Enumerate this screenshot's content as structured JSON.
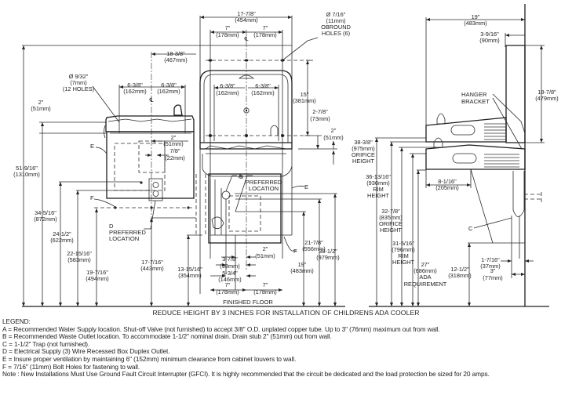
{
  "title_note": "REDUCE HEIGHT BY 3 INCHES FOR INSTALLATION OF CHILDRENS ADA COOLER",
  "front_view": {
    "overall_width": [
      "17-7/8\"",
      "(454mm)"
    ],
    "hole_spacing_left": [
      "7\"",
      "(178mm)"
    ],
    "hole_spacing_right": [
      "7\"",
      "(178mm)"
    ],
    "obround_holes": [
      "Ø 7/16\"",
      "(11mm)",
      "OBROUND",
      "HOLES (6)"
    ],
    "hole_spacing_15": [
      "15\"",
      "(381mm)"
    ],
    "dim_2_7_8": [
      "2-7/8\"",
      "(73mm)"
    ],
    "dim_2_right": [
      "2\"",
      "(51mm)"
    ],
    "inner_left": [
      "6-3/8\"",
      "(162mm)"
    ],
    "inner_right": [
      "6-3/8\"",
      "(162mm)"
    ],
    "dim_38_1_2": [
      "38-1/2\"",
      "(979mm)"
    ],
    "dim_21_7_8": [
      "21-7/8\"",
      "(556mm)"
    ],
    "dim_19": [
      "19\"",
      "(483mm)"
    ],
    "dim_2_bottom": [
      "2\"",
      "(51mm)"
    ],
    "dim_3_7_8": [
      "3-7/8\"",
      "(98mm)"
    ],
    "dim_5_3_4": [
      "5-3/4\"",
      "(146mm)"
    ],
    "bottom_left_7": [
      "7\"",
      "(178mm)"
    ],
    "bottom_right_7": [
      "7\"",
      "(178mm)"
    ],
    "finished_floor": "FINISHED FLOOR",
    "label_a": [
      "A",
      "PREFERRED",
      "LOCATION"
    ],
    "label_b": "B",
    "label_e": "E",
    "label_f": "F",
    "centerline": "℄"
  },
  "left_view": {
    "dim_18_3_8": [
      "18-3/8\"",
      "(467mm)"
    ],
    "bolt_holes": [
      "Ø 9/32\"",
      "(7mm)",
      "(12 HOLES)"
    ],
    "dim_6_3_8_left": [
      "6-3/8\"",
      "(162mm)"
    ],
    "dim_6_3_8_right": [
      "6-3/8\"",
      "(162mm)"
    ],
    "dim_2_top": [
      "2\"",
      "(51mm)"
    ],
    "dim_2_mid": [
      "2\"",
      "(51mm)"
    ],
    "dim_7_8": [
      "7/8\"",
      "(22mm)"
    ],
    "dim_51_9_16": [
      "51-9/16\"",
      "(1310mm)"
    ],
    "dim_34_5_16": [
      "34-5/16\"",
      "(872mm)"
    ],
    "dim_24_1_2": [
      "24-1/2\"",
      "(622mm)"
    ],
    "dim_22_15_16": [
      "22-15/16\"",
      "(583mm)"
    ],
    "dim_19_7_16": [
      "19-7/16\"",
      "(494mm)"
    ],
    "dim_17_7_16": [
      "17-7/16\"",
      "(443mm)"
    ],
    "dim_13_15_16": [
      "13-15/16\"",
      "(354mm)"
    ],
    "label_d": [
      "D",
      "PREFERRED",
      "LOCATION"
    ],
    "label_e": "E",
    "label_f": "F",
    "centerline": "℄"
  },
  "side_view": {
    "dim_19": [
      "19\"",
      "(483mm)"
    ],
    "dim_3_9_16": [
      "3-9/16\"",
      "(90mm)"
    ],
    "dim_18_7_8": [
      "18-7/8\"",
      "(479mm)"
    ],
    "hanger_bracket": [
      "HANGER",
      "BRACKET"
    ],
    "dim_38_3_8": [
      "38-3/8\"",
      "(975mm)",
      "ORIFICE",
      "HEIGHT"
    ],
    "dim_36_13_16": [
      "36-13/16\"",
      "(936mm)",
      "RIM",
      "HEIGHT"
    ],
    "dim_32_7_8": [
      "32-7/8\"",
      "(835mm)",
      "ORIFICE",
      "HEIGHT"
    ],
    "dim_31_5_16": [
      "31-5/16\"",
      "(796mm)",
      "RIM",
      "HEIGHT"
    ],
    "dim_27": [
      "27\"",
      "(686mm)",
      "ADA",
      "REQUIREMENT"
    ],
    "dim_8_1_16": [
      "8-1/16\"",
      "(205mm)"
    ],
    "dim_12_1_2": [
      "12-1/2\"",
      "(318mm)"
    ],
    "dim_1_7_16": [
      "1-7/16\"",
      "(37mm)"
    ],
    "dim_3": [
      "3\"",
      "(77mm)"
    ],
    "label_c": "C"
  },
  "legend": {
    "heading": "LEGEND:",
    "items": [
      "A = Recommended Water Supply location. Shut-off Valve (not furnished) to accept 3/8\" O.D. unplated copper tube. Up to 3\" (76mm) maximum out from wall.",
      "B = Recommended Waste Outlet location. To accommodate 1-1/2\" nominal drain. Drain stub 2\" (51mm) out from wall.",
      "C = 1-1/2\" Trap (not furnished).",
      "D = Electrical Supply (3) Wire Recessed Box Duplex Outlet.",
      "E = Insure proper ventilation by maintaining 6\" (152mm) minimum clearance from cabinet louvers to wall.",
      "F = 7/16\" (11mm) Bolt Holes for fastening to wall."
    ],
    "note": "Note : New Installations Must Use Ground Fault Circuit Interrupter (GFCI). It is highly recommended that the circuit be dedicated and the load protection be sized for 20 amps."
  }
}
